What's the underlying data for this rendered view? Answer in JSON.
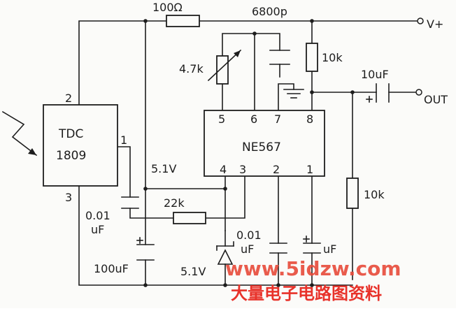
{
  "components": {
    "r_100": "100Ω",
    "c_6800p": "6800p",
    "v_plus": "V+",
    "r_10k_top": "10k",
    "pot_4_7k": "4.7k",
    "c_10uf": "10uF",
    "out": "OUT",
    "tdc_line1": "TDC",
    "tdc_line2": "1809",
    "ne567": "NE567",
    "v_5_1_left": "5.1V",
    "r_22k": "22k",
    "c_001_left_a": "0.01",
    "c_001_left_b": "uF",
    "c_001_mid_a": "0.01",
    "c_001_mid_b": "uF",
    "c_100uf": "100uF",
    "zener_5_1v": "5.1V",
    "r_10k_bottom": "10k",
    "c_1uf_partial": "uF"
  },
  "pins": {
    "tdc_2": "2",
    "tdc_1": "1",
    "tdc_3": "3",
    "ne_5": "5",
    "ne_6": "6",
    "ne_7": "7",
    "ne_8": "8",
    "ne_4": "4",
    "ne_3": "3",
    "ne_2": "2",
    "ne_1": "1"
  },
  "watermark": {
    "site": "www.5idzw.com",
    "cn": "大量电子电路图资料"
  }
}
